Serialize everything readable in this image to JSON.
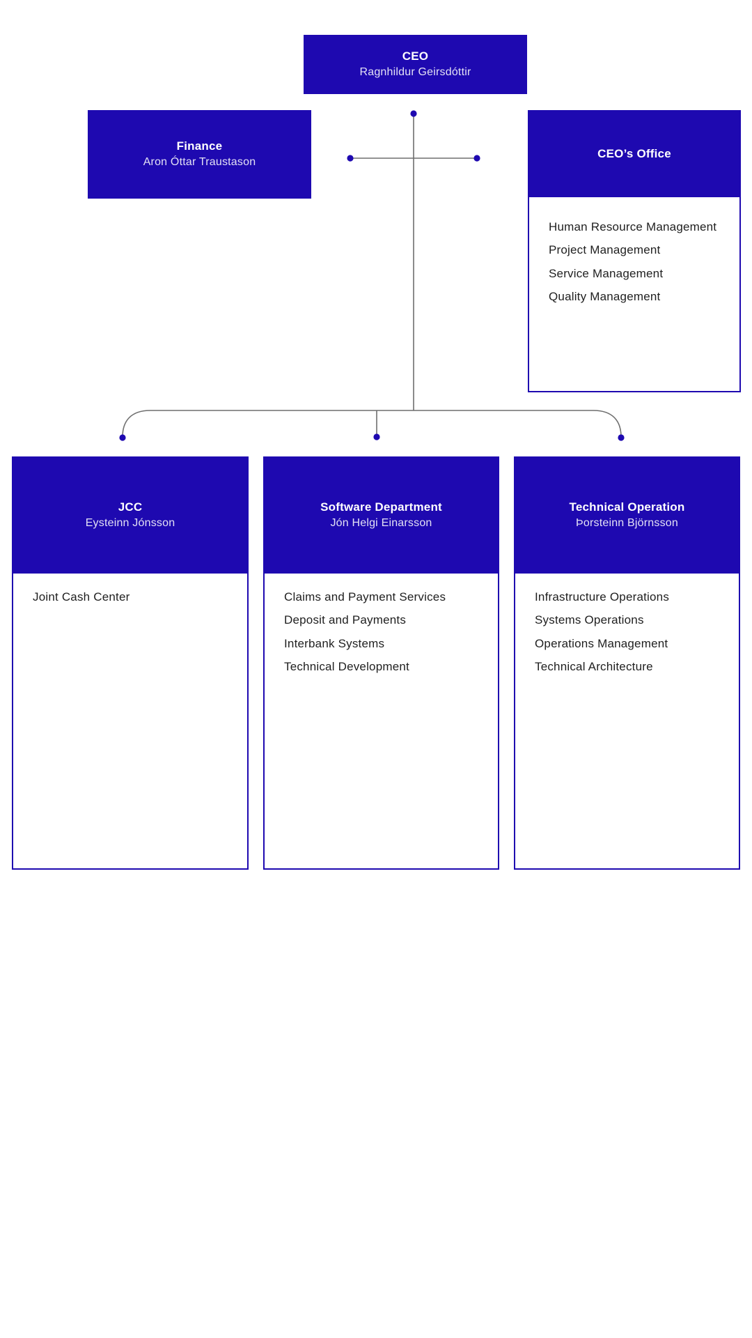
{
  "colors": {
    "node_blue": "#1e09b0",
    "node_border": "#1e09b0",
    "line_gray": "#6e6e6e",
    "name_tint": "#e3e1f5",
    "item_text": "#1f1f1f"
  },
  "nodes": {
    "ceo": {
      "title": "CEO",
      "name": "Ragnhildur Geirsdóttir"
    },
    "finance": {
      "title": "Finance",
      "name": "Aron Óttar Traustason"
    },
    "ceo_office": {
      "title": "CEO’s Office",
      "units": [
        "Human Resource Management",
        "Project Management",
        "Service Management",
        "Quality Management"
      ]
    },
    "jcc": {
      "title": "JCC",
      "name": "Eysteinn Jónsson",
      "units": [
        "Joint Cash Center"
      ]
    },
    "software": {
      "title": "Software Department",
      "name": "Jón Helgi Einarsson",
      "units": [
        "Claims and Payment Services",
        "Deposit and Payments",
        "Interbank Systems",
        "Technical Development"
      ]
    },
    "technical": {
      "title": "Technical Operation",
      "name": "Þorsteinn Björnsson",
      "units": [
        "Infrastructure Operations",
        "Systems Operations",
        "Operations Management",
        "Technical Architecture"
      ]
    }
  }
}
